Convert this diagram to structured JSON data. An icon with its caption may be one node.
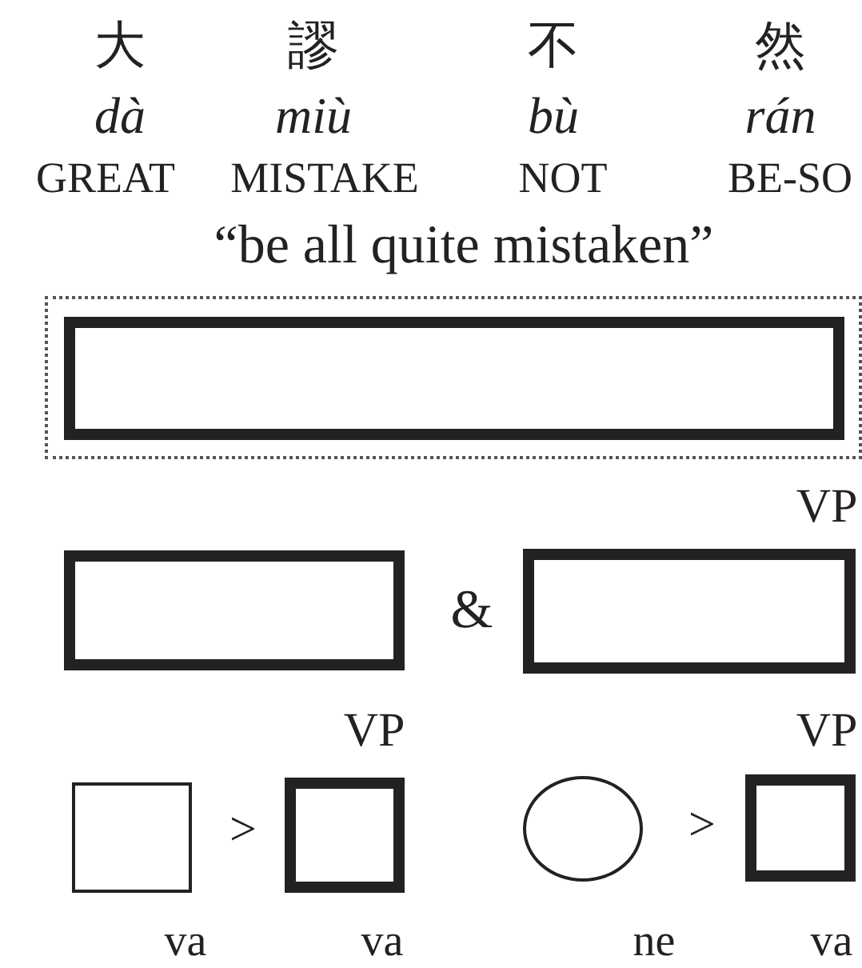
{
  "diagram": {
    "nodes": [
      {
        "text": [],
        "shape": "box"
      },
      {
        "text": [],
        "shape": "box",
        "in": 0
      },
      {
        "text": [],
        "shape": "box"
      },
      {
        "text": [],
        "shape": "box",
        "beside": [
          "VP"
        ]
      },
      {
        "text": [],
        "shape": "box",
        "beside": [
          "va"
        ]
      },
      {
        "text": [],
        "shape": "box",
        "beside": [
          "VP",
          "va"
        ]
      },
      {
        "text": [],
        "shape": "circle",
        "beside": [
          "ne"
        ]
      },
      {
        "text": [],
        "shape": "box",
        "beside": [
          "VP",
          "va"
        ]
      }
    ],
    "labels": [
      "大",
      "謬",
      "不",
      "然",
      "dà",
      "miù",
      "bù",
      "rán",
      "GREAT",
      "MISTAKE",
      "NOT",
      "BE-SO",
      "“be all quite mistaken”",
      "&",
      ">",
      ">"
    ]
  }
}
